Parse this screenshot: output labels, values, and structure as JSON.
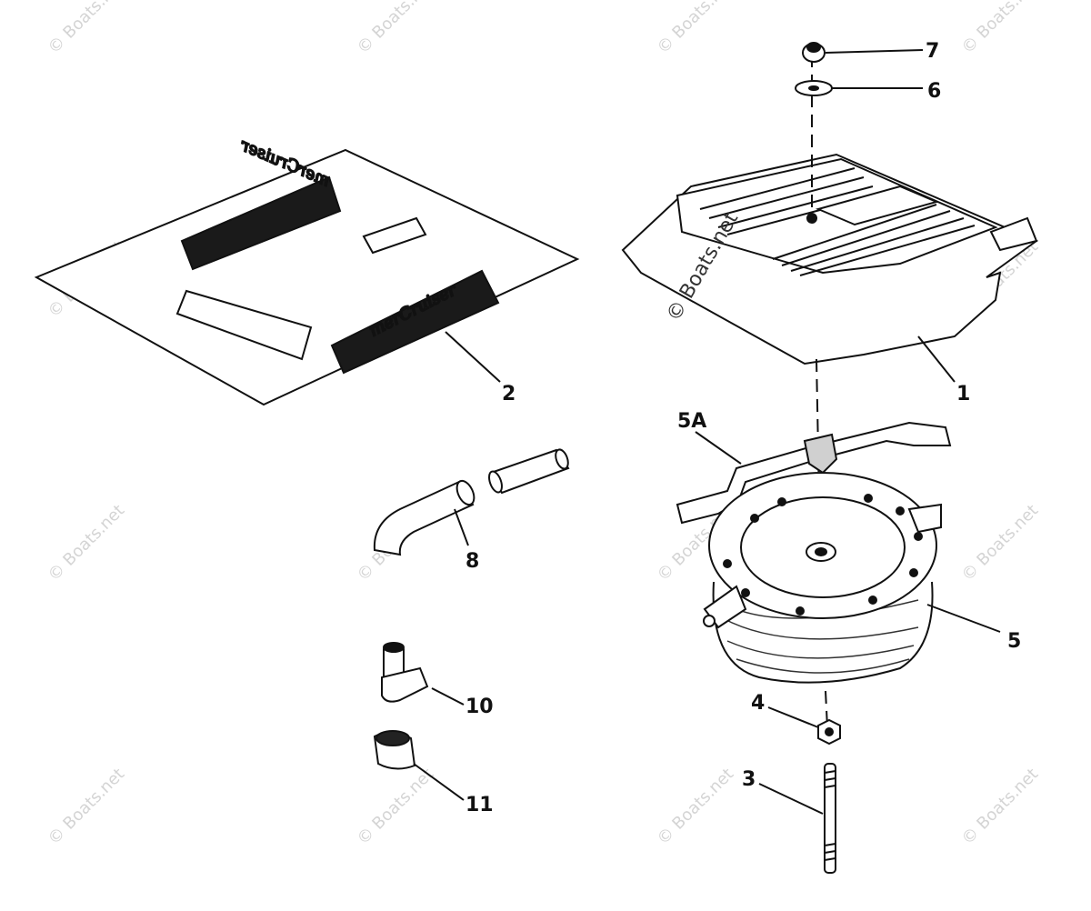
{
  "diagram": {
    "parts": [
      {
        "id": "p1",
        "label": "1",
        "name": "flame-arrestor-cover"
      },
      {
        "id": "p2",
        "label": "2",
        "name": "decal-sheet"
      },
      {
        "id": "p3",
        "label": "3",
        "name": "stud"
      },
      {
        "id": "p4",
        "label": "4",
        "name": "nut"
      },
      {
        "id": "p5",
        "label": "5",
        "name": "flame-arrestor"
      },
      {
        "id": "p5a",
        "label": "5A",
        "name": "bracket"
      },
      {
        "id": "p6",
        "label": "6",
        "name": "washer"
      },
      {
        "id": "p7",
        "label": "7",
        "name": "cap-nut"
      },
      {
        "id": "p8",
        "label": "8",
        "name": "hose"
      },
      {
        "id": "p10",
        "label": "10",
        "name": "elbow-fitting"
      },
      {
        "id": "p11",
        "label": "11",
        "name": "plug"
      }
    ],
    "decal_text": "merCruiser",
    "watermark": "© Boats.net",
    "watermark_center": "© Boats.net"
  }
}
